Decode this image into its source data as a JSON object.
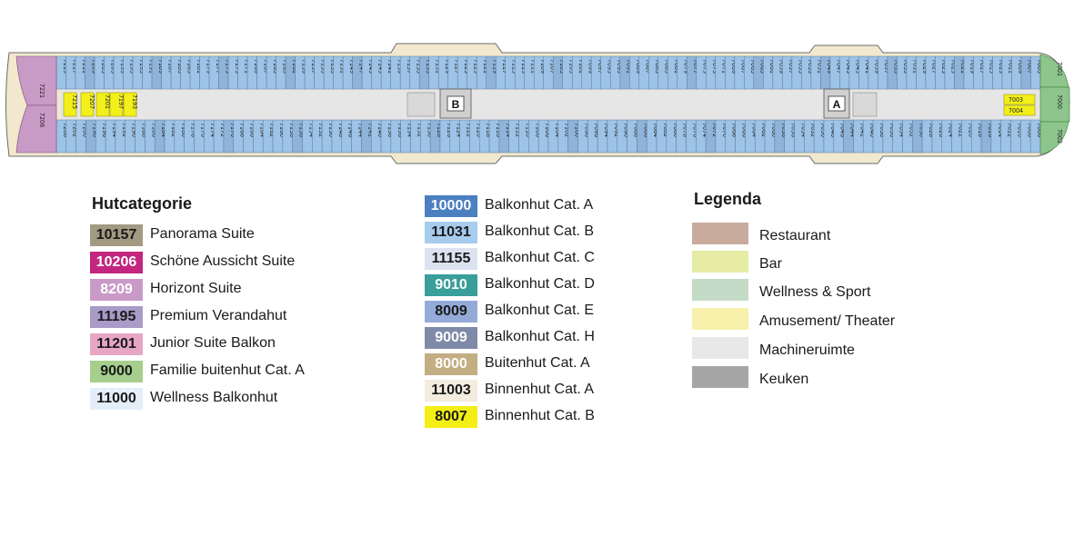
{
  "deck": {
    "cabins_top": [
      "7219",
      "7217",
      "7211",
      "7209",
      "7205",
      "7203",
      "7199",
      "7195",
      "7193",
      "7191",
      "7189",
      "7187",
      "7185",
      "7183",
      "7181",
      "7179",
      "7177",
      "7175",
      "7173",
      "7171",
      "7169",
      "7167",
      "7165",
      "7163",
      "7161",
      "7159",
      "7157",
      "7155",
      "7153",
      "7151",
      "7149",
      "7147",
      "7145",
      "7143",
      "7141",
      "7139",
      "7137",
      "7135",
      "7133",
      "7131",
      "7129",
      "7127",
      "7125",
      "7123",
      "7121",
      "7119",
      "7117",
      "7115",
      "7113",
      "7111",
      "7109",
      "7107",
      "7105",
      "7103",
      "7101",
      "7099",
      "7097",
      "7095",
      "7093",
      "7091",
      "7089",
      "7087",
      "7085",
      "7083",
      "7081",
      "7079",
      "7077",
      "7075",
      "7073",
      "7071",
      "7069",
      "7067",
      "7065",
      "7063",
      "7061",
      "7059",
      "7057",
      "7055",
      "7053",
      "7051",
      "7049",
      "7047",
      "7045",
      "7043",
      "7041",
      "7039",
      "7037",
      "7035",
      "7033",
      "7031",
      "7029",
      "7027",
      "7025",
      "7023",
      "7021",
      "7019",
      "7017",
      "7015",
      "7013",
      "7011",
      "7009",
      "7007",
      "7005"
    ],
    "cabins_bottom": [
      "7208",
      "7202",
      "7200",
      "7198",
      "7196",
      "7194",
      "7192",
      "7190",
      "7188",
      "7186",
      "7184",
      "7182",
      "7180",
      "7178",
      "7176",
      "7174",
      "7172",
      "7170",
      "7168",
      "7166",
      "7164",
      "7162",
      "7160",
      "7158",
      "7156",
      "7154",
      "7152",
      "7150",
      "7148",
      "7146",
      "7144",
      "7142",
      "7140",
      "7138",
      "7136",
      "7134",
      "7132",
      "7130",
      "7128",
      "7126",
      "7124",
      "7122",
      "7120",
      "7118",
      "7116",
      "7114",
      "7112",
      "7110",
      "7108",
      "7106",
      "7104",
      "7102",
      "7100",
      "7098",
      "7096",
      "7094",
      "7092",
      "7090",
      "7088",
      "7086",
      "7084",
      "7082",
      "7080",
      "7078",
      "7076",
      "7074",
      "7072",
      "7070",
      "7068",
      "7066",
      "7064",
      "7062",
      "7060",
      "7058",
      "7056",
      "7054",
      "7052",
      "7050",
      "7048",
      "7046",
      "7044",
      "7042",
      "7040",
      "7038",
      "7036",
      "7034",
      "7032",
      "7030",
      "7028",
      "7026",
      "7024",
      "7022",
      "7020",
      "7018",
      "7016",
      "7014",
      "7012",
      "7010",
      "7008",
      "7006"
    ],
    "inner_cabins": [
      "7215",
      "7207",
      "7201",
      "7197",
      "7193"
    ],
    "aft_suites": [
      "7221",
      "7206"
    ],
    "fwd_inner": [
      "7003",
      "7004"
    ],
    "bow_cabins": [
      "7001",
      "7000",
      "7002"
    ],
    "stair_b": "B",
    "stair_a": "A",
    "colors": {
      "balcony": "#9dc3e6",
      "balcony_dark": "#8fb3d9",
      "suite": "#c89ac6",
      "wellness": "#8dc58c",
      "inner_b": "#f2ef1a",
      "corridor": "#e8e8e8",
      "hull": "#f0e6c8"
    }
  },
  "cabin_legend": {
    "title": "Hutcategorie",
    "items": [
      {
        "code": "10157",
        "label": "Panorama Suite",
        "bg": "#a39a82",
        "fg": "#1a1a1a"
      },
      {
        "code": "10206",
        "label": "Schöne Aussicht Suite",
        "bg": "#c2267f",
        "fg": "#ffffff"
      },
      {
        "code": "8209",
        "label": "Horizont Suite",
        "bg": "#c99ac7",
        "fg": "#ffffff"
      },
      {
        "code": "11195",
        "label": "Premium Verandahut",
        "bg": "#a89bc8",
        "fg": "#1a1a1a"
      },
      {
        "code": "11201",
        "label": "Junior Suite Balkon",
        "bg": "#e6a6c4",
        "fg": "#1a1a1a"
      },
      {
        "code": "9000",
        "label": "Familie buitenhut Cat. A",
        "bg": "#a6cf8d",
        "fg": "#1a1a1a"
      },
      {
        "code": "11000",
        "label": "Wellness Balkonhut",
        "bg": "#e3eef8",
        "fg": "#1a1a1a"
      }
    ]
  },
  "cabin_legend_2": {
    "items": [
      {
        "code": "10000",
        "label": "Balkonhut Cat. A",
        "bg": "#4a7fc0",
        "fg": "#ffffff"
      },
      {
        "code": "11031",
        "label": "Balkonhut Cat. B",
        "bg": "#a7ccee",
        "fg": "#1a1a1a"
      },
      {
        "code": "11155",
        "label": "Balkonhut Cat. C",
        "bg": "#dbe3f1",
        "fg": "#1a1a1a"
      },
      {
        "code": "9010",
        "label": "Balkonhut Cat. D",
        "bg": "#3a9e9a",
        "fg": "#ffffff"
      },
      {
        "code": "8009",
        "label": "Balkonhut Cat. E",
        "bg": "#94aad8",
        "fg": "#1a1a1a"
      },
      {
        "code": "9009",
        "label": "Balkonhut Cat. H",
        "bg": "#7f8aa8",
        "fg": "#ffffff"
      },
      {
        "code": "8000",
        "label": "Buitenhut Cat. A",
        "bg": "#c3ad82",
        "fg": "#ffffff"
      },
      {
        "code": "11003",
        "label": "Binnenhut Cat. A",
        "bg": "#f3ecdf",
        "fg": "#1a1a1a"
      },
      {
        "code": "8007",
        "label": "Binnenhut Cat. B",
        "bg": "#f3ef16",
        "fg": "#1a1a1a"
      }
    ]
  },
  "area_legend": {
    "title": "Legenda",
    "items": [
      {
        "label": "Restaurant",
        "color": "#c9ab9d"
      },
      {
        "label": "Bar",
        "color": "#e6eca4"
      },
      {
        "label": "Wellness & Sport",
        "color": "#c4dbc8"
      },
      {
        "label": "Amusement/ Theater",
        "color": "#f7f1ac"
      },
      {
        "label": "Machineruimte",
        "color": "#e8e8e8"
      },
      {
        "label": "Keuken",
        "color": "#a6a6a6"
      }
    ]
  }
}
